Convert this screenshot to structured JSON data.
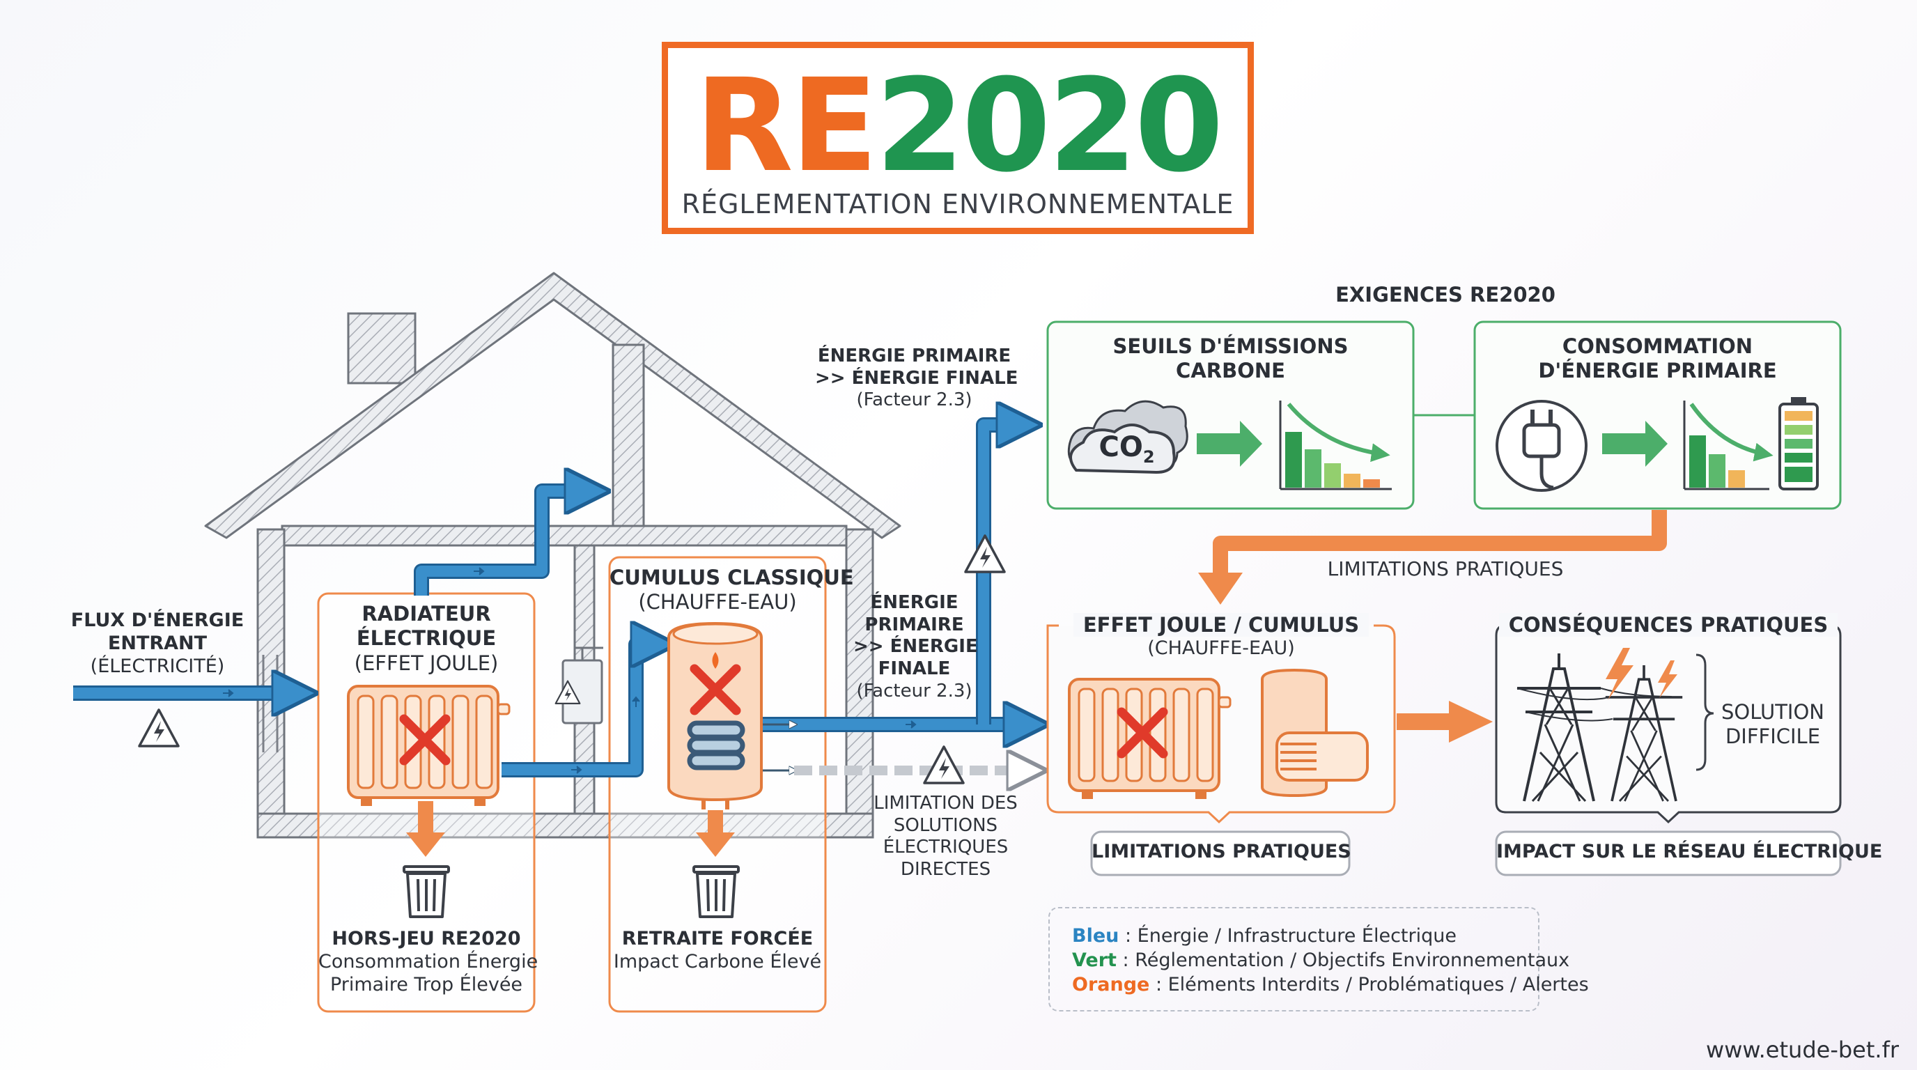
{
  "title": {
    "re": "RE",
    "year": "2020",
    "subtitle": "RÉGLEMENTATION ENVIRONNEMENTALE"
  },
  "house": {
    "flux": [
      "FLUX D'ÉNERGIE",
      "ENTRANT",
      "(ÉLECTRICITÉ)"
    ],
    "radiator": {
      "title": [
        "RADIATEUR",
        "ÉLECTRIQUE"
      ],
      "subtitle": "(EFFET JOULE)",
      "verdict_title": "HORS-JEU RE2020",
      "verdict_text": [
        "Consommation Énergie",
        "Primaire Trop Élevée"
      ]
    },
    "cumulus": {
      "title": "CUMULUS CLASSIQUE",
      "subtitle": "(CHAUFFE-EAU)",
      "verdict_title": "RETRAITE FORCÉE",
      "verdict_text": "Impact Carbone Élevé"
    }
  },
  "flows": {
    "upper": [
      "ÉNERGIE PRIMAIRE",
      ">> ÉNERGIE FINALE",
      "(Facteur 2.3)"
    ],
    "middle": [
      "ÉNERGIE",
      "PRIMAIRE",
      ">> ÉNERGIE",
      "FINALE",
      "(Facteur 2.3)"
    ],
    "limitation": [
      "LIMITATION DES",
      "SOLUTIONS",
      "ÉLECTRIQUES",
      "DIRECTES"
    ]
  },
  "requirements": {
    "heading": "EXIGENCES RE2020",
    "carbon": {
      "title": [
        "SEUILS D'ÉMISSIONS",
        "CARBONE"
      ],
      "co2_label": "CO",
      "co2_sub": "2"
    },
    "primary": {
      "title": [
        "CONSOMMATION",
        "D'ÉNERGIE PRIMAIRE"
      ]
    },
    "limitations_label": "LIMITATIONS PRATIQUES"
  },
  "effects": {
    "joule": {
      "title": "EFFET JOULE / CUMULUS",
      "subtitle": "(CHAUFFE-EAU)",
      "badge": "LIMITATIONS PRATIQUES"
    },
    "consequences": {
      "title": "CONSÉQUENCES PRATIQUES",
      "solution": [
        "SOLUTION",
        "DIFFICILE"
      ],
      "badge": "IMPACT SUR LE RÉSEAU ÉLECTRIQUE"
    }
  },
  "legend": [
    {
      "key": "Bleu",
      "sep": " : ",
      "text": "Énergie / Infrastructure Électrique",
      "color": "#2b84c2"
    },
    {
      "key": "Vert",
      "sep": " : ",
      "text": "Réglementation / Objectifs Environnementaux",
      "color": "#23924f"
    },
    {
      "key": "Orange",
      "sep": " : ",
      "text": "Eléments Interdits / Problématiques / Alertes",
      "color": "#ee6a22"
    }
  ],
  "footer": "www.etude-bet.fr",
  "colors": {
    "blue": "#3a8fcb",
    "green": "#4cae6a",
    "orange": "#ef7a33",
    "gray": "#7c8088"
  },
  "icons": [
    "lightning-warning-icon",
    "trash-icon",
    "cancel-x-icon",
    "co2-cloud-icon",
    "plug-icon",
    "battery-icon",
    "power-pylon-icon",
    "bar-chart-decrease-icon"
  ]
}
